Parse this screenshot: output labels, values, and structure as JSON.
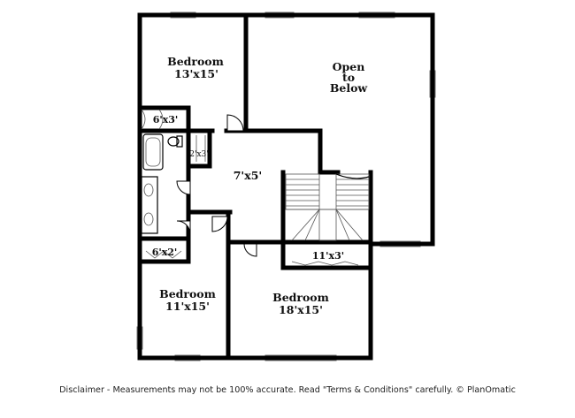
{
  "rooms": {
    "bedroom_top": {
      "name": "Bedroom",
      "dims": "13'x15'"
    },
    "open_below": {
      "line1": "Open",
      "line2": "to",
      "line3": "Below"
    },
    "closet_top": {
      "dims": "6'x3'"
    },
    "linen": {
      "dims": "2'x3'"
    },
    "hall": {
      "dims": "7'x5'"
    },
    "closet_bottom_left": {
      "dims": "6'x2'"
    },
    "closet_bottom_right": {
      "dims": "11'x3'"
    },
    "bedroom_left": {
      "name": "Bedroom",
      "dims": "11'x15'"
    },
    "bedroom_right": {
      "name": "Bedroom",
      "dims": "18'x15'"
    }
  },
  "icons": [
    "bathtub-icon",
    "toilet-icon",
    "sink-icon",
    "stairs-icon",
    "door-swing-icon",
    "window-icon"
  ],
  "disclaimer": "Disclaimer - Measurements may not be 100% accurate. Read \"Terms & Conditions\" carefully. © PlanOmatic"
}
